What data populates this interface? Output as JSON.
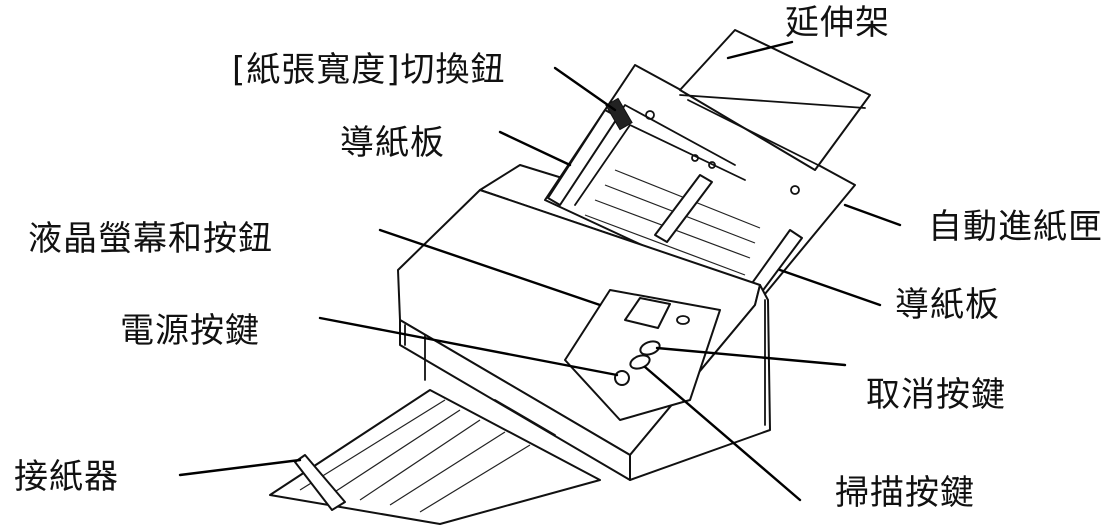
{
  "labels": {
    "extension_tray": "延伸架",
    "paper_width_switch": "[紙張寬度]切換鈕",
    "paper_guide_top": "導紙板",
    "adf_tray": "自動進紙匣",
    "lcd_and_buttons": "液晶螢幕和按鈕",
    "paper_guide_right": "導紙板",
    "power_button": "電源按鍵",
    "cancel_button": "取消按鍵",
    "scan_button": "掃描按鍵",
    "output_tray": "接紙器"
  }
}
